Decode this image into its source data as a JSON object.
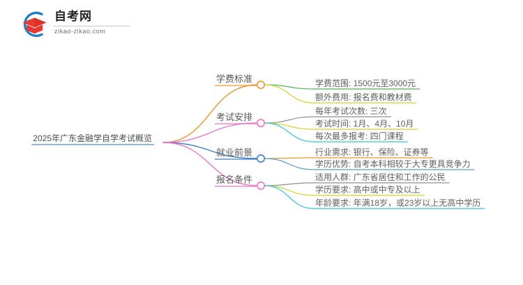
{
  "logo": {
    "title": "自考网",
    "subtitle": "zikao-zikao.com",
    "mark_icon": "graduation-cap-icon",
    "arc_color": "#1f7fd0",
    "cap_color": "#e8392e"
  },
  "mindmap": {
    "root": {
      "label": "2025年广东金融学自学考试概览",
      "underline_color": "#4a8fd4",
      "node_color": "#2d6fb5"
    },
    "branches": [
      {
        "label": "学费标准",
        "underline_color": "#f0962a",
        "node_color": "#f0962a",
        "link_color": "#f0962a",
        "children": [
          {
            "label": "学费范围: 1500元至3000元",
            "underline_color": "#4cb84c",
            "link_color": "#4cb84c"
          },
          {
            "label": "额外费用: 报名费和教材费",
            "underline_color": "#d4d420",
            "link_color": "#d4d420"
          }
        ]
      },
      {
        "label": "考试安排",
        "underline_color": "#ef72c8",
        "node_color": "#ef72c8",
        "link_color": "#ef72c8",
        "children": [
          {
            "label": "每年考试次数: 三次",
            "underline_color": "#8f8f8f",
            "link_color": "#8f8f8f"
          },
          {
            "label": "考试时间: 1月、4月、10月",
            "underline_color": "#d4d420",
            "link_color": "#d4d420"
          },
          {
            "label": "每次最多报考: 四门课程",
            "underline_color": "#2fc6e0",
            "link_color": "#2fc6e0"
          }
        ]
      },
      {
        "label": "就业前景",
        "underline_color": "#3a7fc4",
        "node_color": "#3a7fc4",
        "link_color": "#3a7fc4",
        "children": [
          {
            "label": "行业需求: 银行、保险、证券等",
            "underline_color": "#f0962a",
            "link_color": "#f0962a"
          },
          {
            "label": "学历优势: 自考本科相较于大专更具竞争力",
            "underline_color": "#5b9bd5",
            "link_color": "#5b9bd5"
          }
        ]
      },
      {
        "label": "报名条件",
        "underline_color": "#ef72c8",
        "node_color": "#ef72c8",
        "link_color": "#ef72c8",
        "children": [
          {
            "label": "适用人群: 广东省居住和工作的公民",
            "underline_color": "#8f8f8f",
            "link_color": "#8f8f8f"
          },
          {
            "label": "学历要求: 高中或中专及以上",
            "underline_color": "#d4d420",
            "link_color": "#d4d420"
          },
          {
            "label": "年龄要求: 年满18岁，或23岁以上无高中学历",
            "underline_color": "#2fc6e0",
            "link_color": "#2fc6e0"
          }
        ]
      }
    ]
  }
}
